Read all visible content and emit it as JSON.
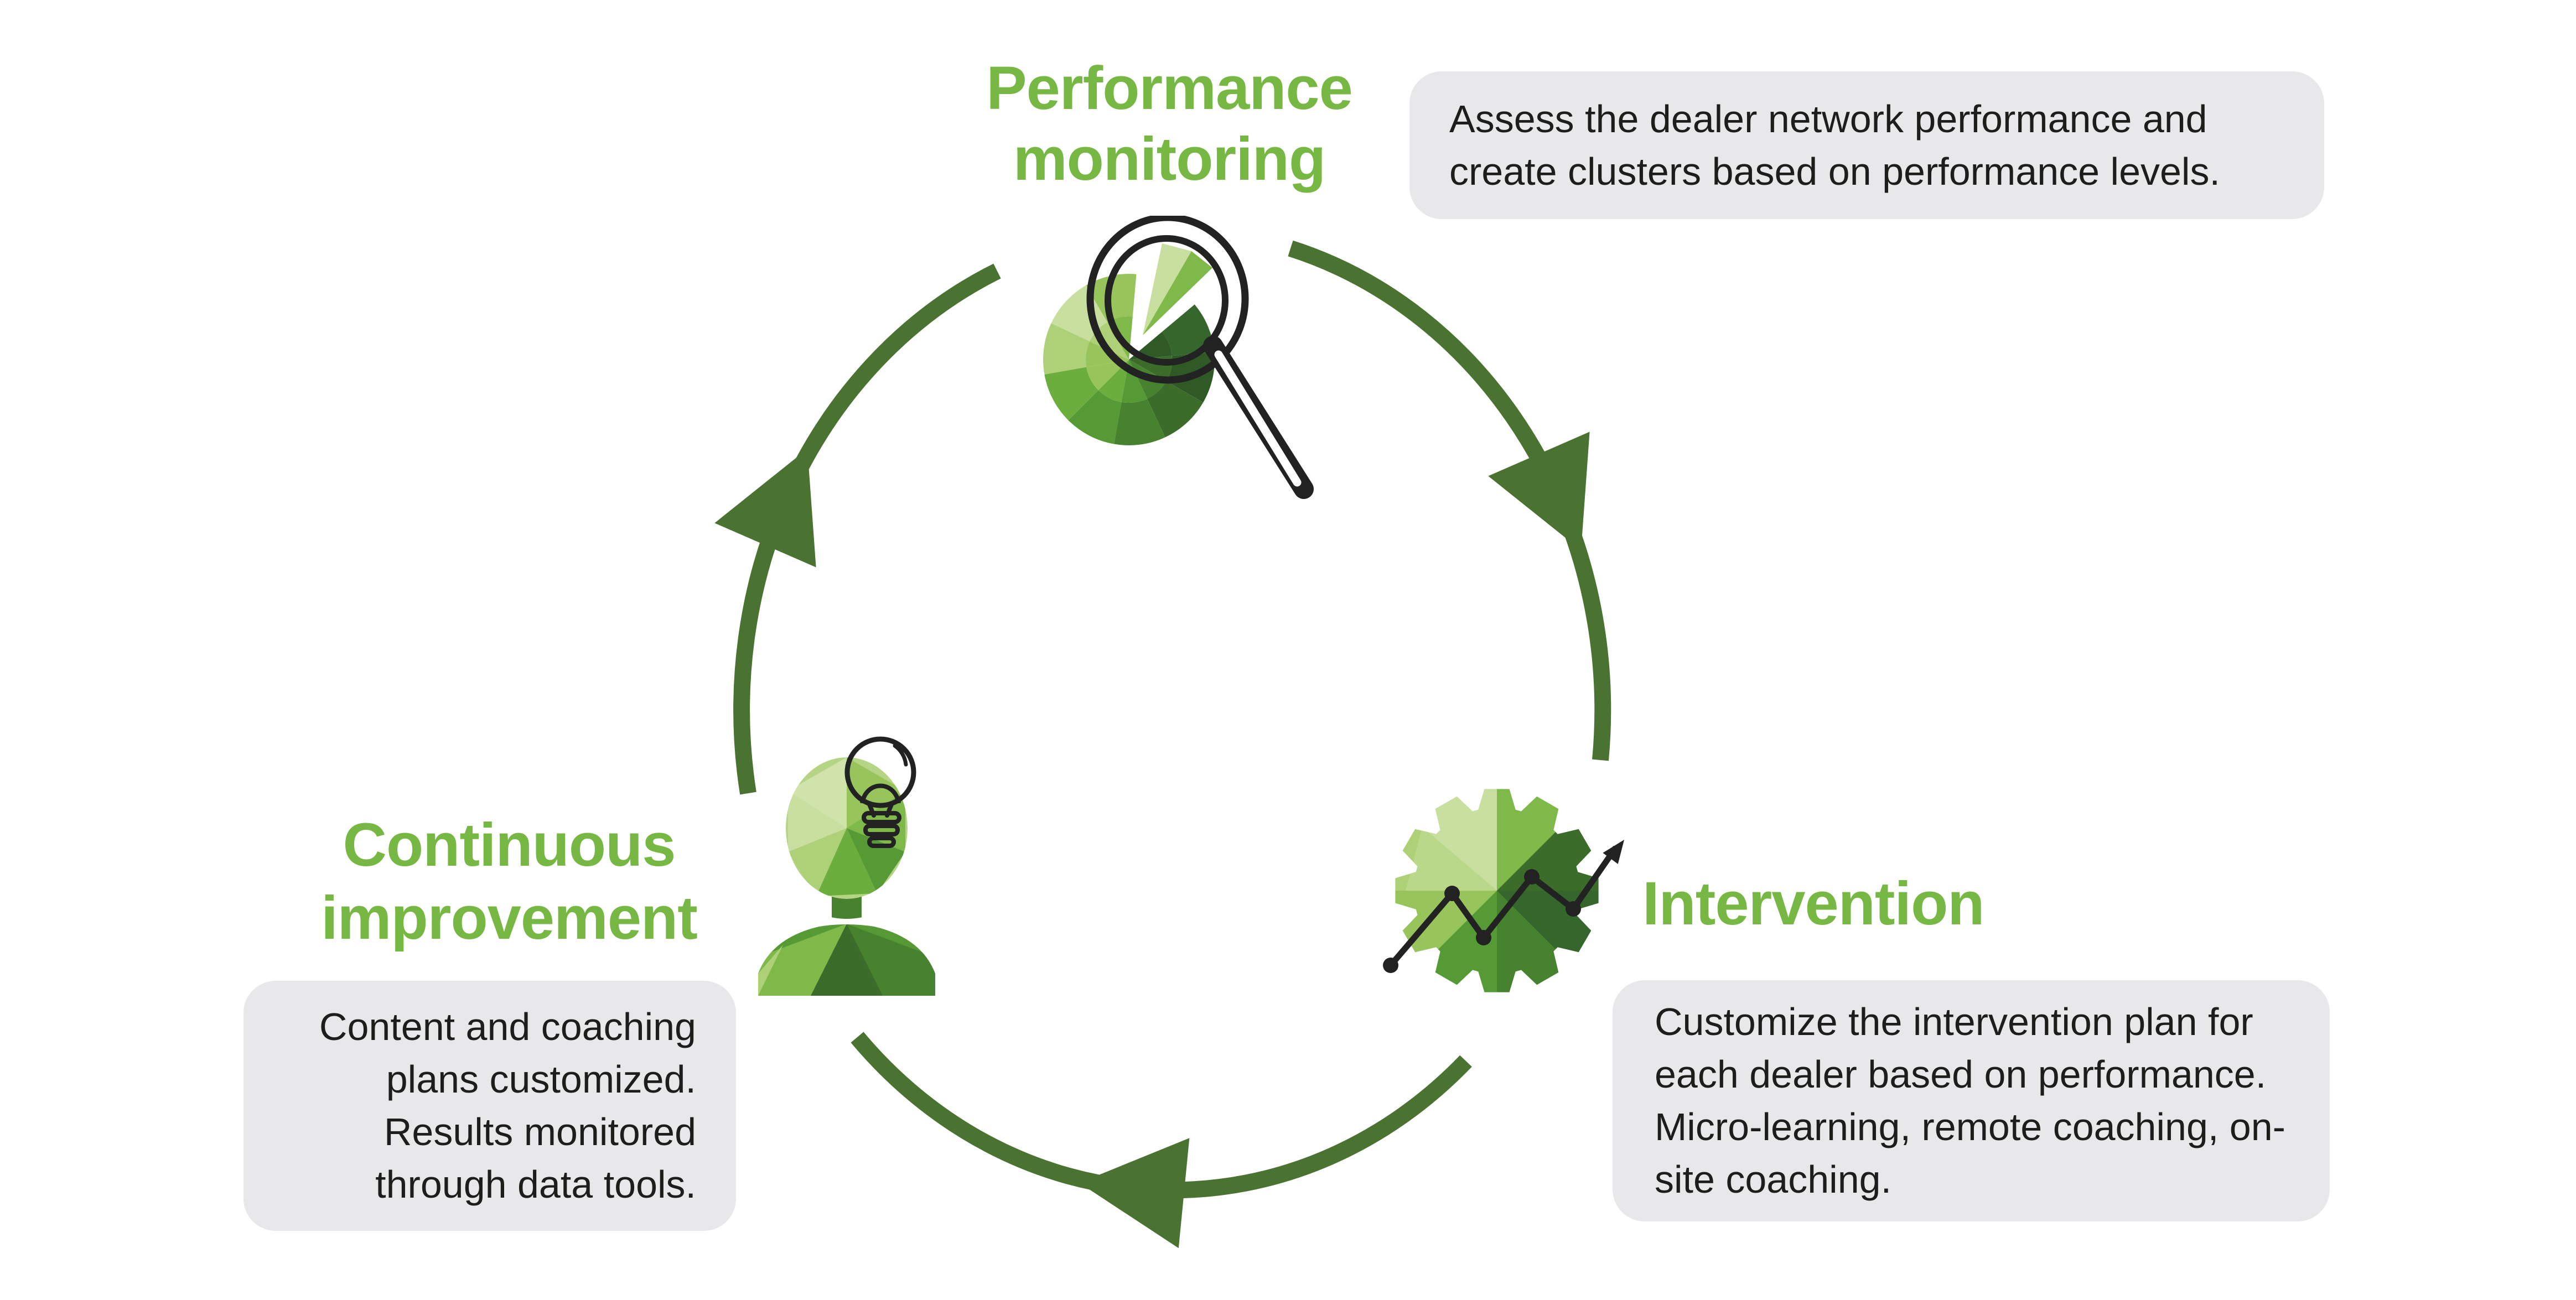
{
  "diagram": {
    "type": "cycle",
    "flow": "clockwise",
    "steps": [
      {
        "id": "performance-monitoring",
        "title": "Performance monitoring",
        "title_lines": [
          "Performance",
          "monitoring"
        ],
        "description": "Assess the dealer network performance and create clusters based on performance levels.",
        "icon": "pie-chart-magnifier-icon",
        "position": "top"
      },
      {
        "id": "intervention",
        "title": "Intervention",
        "title_lines": [
          "Intervention"
        ],
        "description": "Customize the intervention plan for each dealer based on performance. Micro-learning, remote coaching, on-site coaching.",
        "icon": "gear-growth-chart-icon",
        "position": "right"
      },
      {
        "id": "continuous-improvement",
        "title": "Continuous improvement",
        "title_lines": [
          "Continuous",
          "improvement"
        ],
        "description": "Content and coaching plans customized. Results monitored through data tools.",
        "icon": "person-lightbulb-icon",
        "position": "left"
      }
    ],
    "colors": {
      "accent_green": "#76b843",
      "arc_green": "#4a7230",
      "box_background": "#e8e8ea",
      "text": "#1d1d1b",
      "icon_outline_black": "#222222",
      "facet_palette": [
        "#c8df9f",
        "#aed177",
        "#97c55b",
        "#7eb94a",
        "#6cae3e",
        "#569a35",
        "#47822e",
        "#3b6c2a",
        "#35662b",
        "#2f5a26"
      ]
    }
  }
}
